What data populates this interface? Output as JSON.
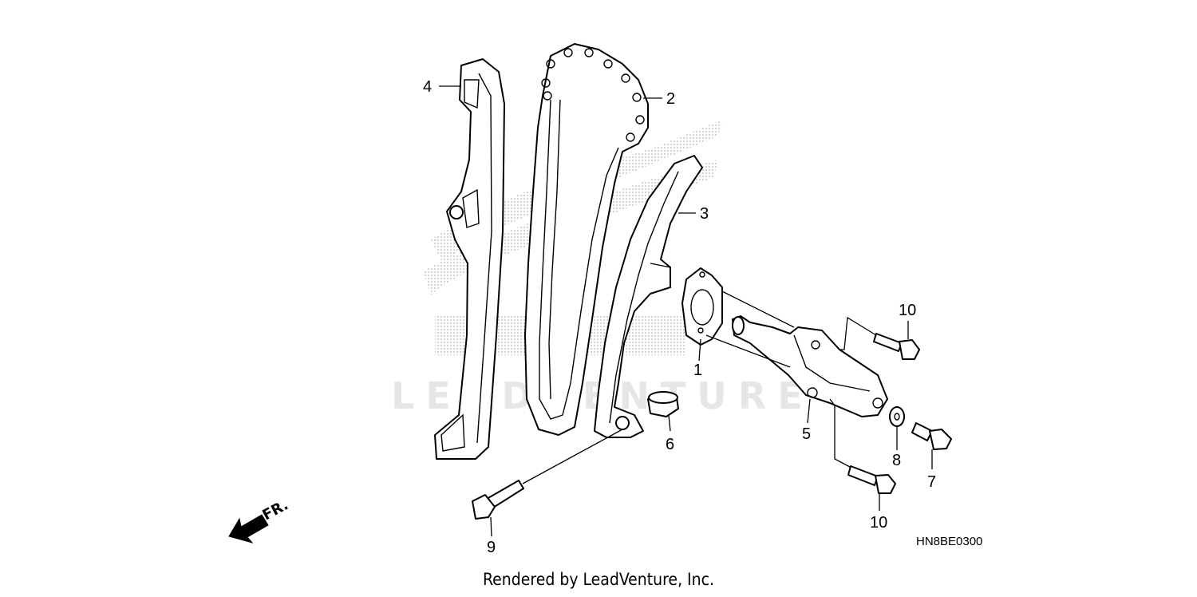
{
  "diagram": {
    "callouts": [
      {
        "id": "1",
        "label": "1"
      },
      {
        "id": "2",
        "label": "2"
      },
      {
        "id": "3",
        "label": "3"
      },
      {
        "id": "4",
        "label": "4"
      },
      {
        "id": "5",
        "label": "5"
      },
      {
        "id": "6",
        "label": "6"
      },
      {
        "id": "7",
        "label": "7"
      },
      {
        "id": "8",
        "label": "8"
      },
      {
        "id": "9",
        "label": "9"
      },
      {
        "id": "10a",
        "label": "10"
      },
      {
        "id": "10b",
        "label": "10"
      }
    ],
    "diagram_code": "HN8BE0300",
    "direction_label": "FR.",
    "watermark": "LEADVENTURE"
  },
  "footer": {
    "text": "Rendered by LeadVenture, Inc."
  }
}
